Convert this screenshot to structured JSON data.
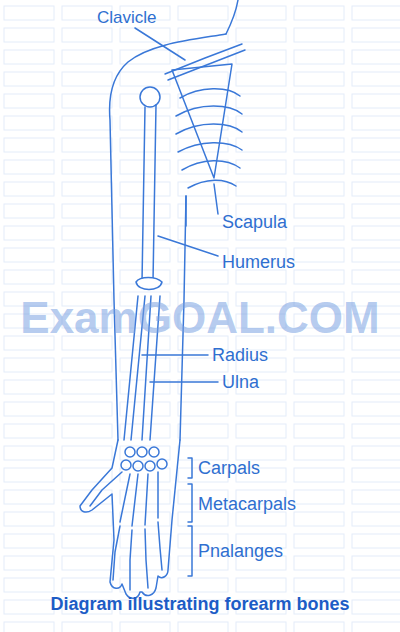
{
  "diagram": {
    "caption": "Diagram illustrating forearm bones",
    "labels": [
      "Clavicle",
      "Scapula",
      "Humerus",
      "ExamGOAL.COM",
      "Radius",
      "Ulna",
      "Carpals",
      "Metacarpals",
      "Pnalanges"
    ]
  }
}
